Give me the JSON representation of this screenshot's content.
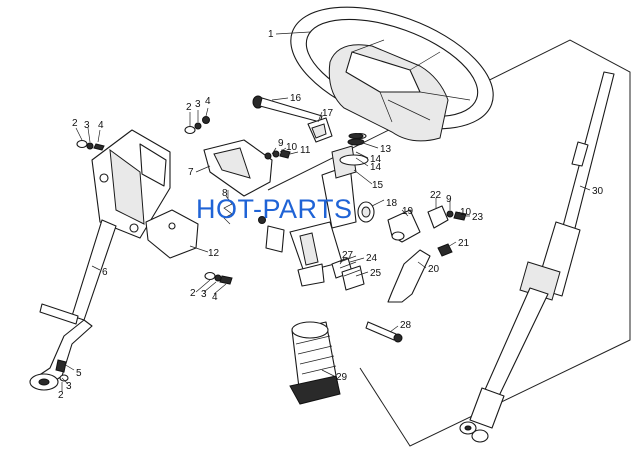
{
  "watermark": "HOT-PARTS",
  "watermark_color": "#1f63d6",
  "callouts": [
    {
      "id": "c1",
      "label": "1"
    },
    {
      "id": "c2a",
      "label": "2"
    },
    {
      "id": "c3a",
      "label": "3"
    },
    {
      "id": "c4a",
      "label": "4"
    },
    {
      "id": "c2b",
      "label": "2"
    },
    {
      "id": "c3b",
      "label": "3"
    },
    {
      "id": "c4b",
      "label": "4"
    },
    {
      "id": "c2c",
      "label": "2"
    },
    {
      "id": "c3c",
      "label": "3"
    },
    {
      "id": "c4c",
      "label": "4"
    },
    {
      "id": "c2d",
      "label": "2"
    },
    {
      "id": "c3d",
      "label": "3"
    },
    {
      "id": "c5",
      "label": "5"
    },
    {
      "id": "c6",
      "label": "6"
    },
    {
      "id": "c7",
      "label": "7"
    },
    {
      "id": "c8",
      "label": "8"
    },
    {
      "id": "c9a",
      "label": "9"
    },
    {
      "id": "c10a",
      "label": "10"
    },
    {
      "id": "c11",
      "label": "11"
    },
    {
      "id": "c12",
      "label": "12"
    },
    {
      "id": "c13",
      "label": "13"
    },
    {
      "id": "c14a",
      "label": "14"
    },
    {
      "id": "c14b",
      "label": "14"
    },
    {
      "id": "c15",
      "label": "15"
    },
    {
      "id": "c16",
      "label": "16"
    },
    {
      "id": "c17",
      "label": "17"
    },
    {
      "id": "c18",
      "label": "18"
    },
    {
      "id": "c19",
      "label": "19"
    },
    {
      "id": "c20",
      "label": "20"
    },
    {
      "id": "c21",
      "label": "21"
    },
    {
      "id": "c22",
      "label": "22"
    },
    {
      "id": "c9b",
      "label": "9"
    },
    {
      "id": "c10b",
      "label": "10"
    },
    {
      "id": "c23",
      "label": "23"
    },
    {
      "id": "c24",
      "label": "24"
    },
    {
      "id": "c25",
      "label": "25"
    },
    {
      "id": "c27",
      "label": "27"
    },
    {
      "id": "c28",
      "label": "28"
    },
    {
      "id": "c29",
      "label": "29"
    },
    {
      "id": "c30",
      "label": "30"
    }
  ]
}
